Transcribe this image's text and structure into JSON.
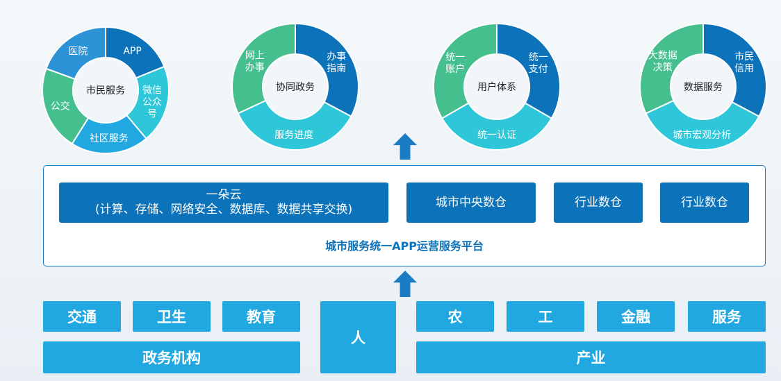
{
  "donuts": [
    {
      "center": "市民服务",
      "segments": [
        {
          "lines": [
            "APP"
          ],
          "color": "#0c72b9"
        },
        {
          "lines": [
            "微信",
            "公众",
            "号"
          ],
          "color": "#2dc7d9"
        },
        {
          "lines": [
            "社区服务"
          ],
          "color": "#21a8e1"
        },
        {
          "lines": [
            "公交"
          ],
          "color": "#45bf8e"
        },
        {
          "lines": [
            "医院"
          ],
          "color": "#2b93d6"
        }
      ]
    },
    {
      "center": "协同政务",
      "segments": [
        {
          "lines": [
            "办事",
            "指南"
          ],
          "color": "#0c72b9"
        },
        {
          "lines": [
            "服务进度"
          ],
          "color": "#2dc7d9"
        },
        {
          "lines": [
            "网上",
            "办事"
          ],
          "color": "#45bf8e"
        }
      ]
    },
    {
      "center": "用户体系",
      "segments": [
        {
          "lines": [
            "统一",
            "支付"
          ],
          "color": "#0c72b9"
        },
        {
          "lines": [
            "统一认证"
          ],
          "color": "#2dc7d9"
        },
        {
          "lines": [
            "统一",
            "账户"
          ],
          "color": "#45bf8e"
        }
      ]
    },
    {
      "center": "数据服务",
      "segments": [
        {
          "lines": [
            "市民",
            "信用"
          ],
          "color": "#0c72b9"
        },
        {
          "lines": [
            "城市宏观分析"
          ],
          "color": "#2dc7d9"
        },
        {
          "lines": [
            "大数据",
            "决策"
          ],
          "color": "#45bf8e"
        }
      ]
    }
  ],
  "platform": {
    "title": "城市服务统一APP运营服务平台",
    "cloud": {
      "line1": "一朵云",
      "line2": "(计算、存储、网络安全、数据库、数据共享交换)"
    },
    "central_warehouse": "城市中央数仓",
    "industry_warehouse_1": "行业数仓",
    "industry_warehouse_2": "行业数仓"
  },
  "bottom": {
    "gov": {
      "items": [
        "交通",
        "卫生",
        "教育"
      ],
      "label": "政务机构"
    },
    "person": "人",
    "industry": {
      "items": [
        "农",
        "工",
        "金融",
        "服务"
      ],
      "label": "产业"
    }
  },
  "colors": {
    "primary": "#0c72b9",
    "tile": "#21a8e1",
    "cyan": "#2dc7d9",
    "green": "#45bf8e"
  }
}
